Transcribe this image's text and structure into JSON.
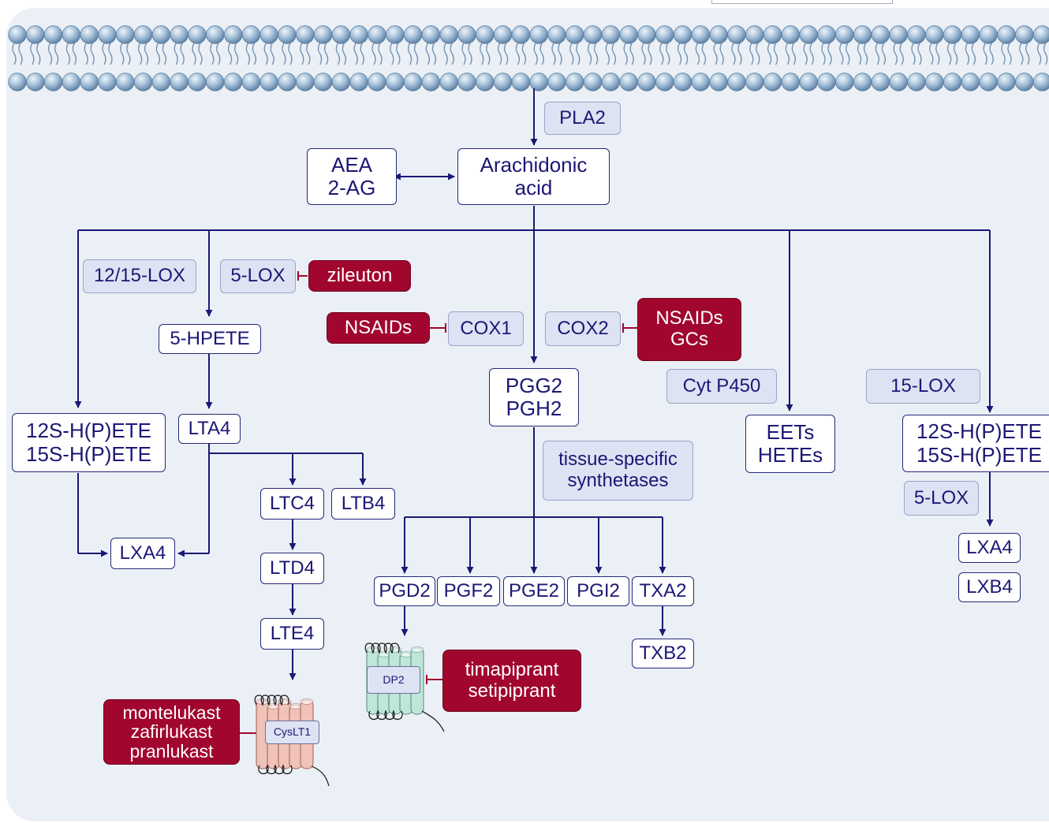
{
  "diagram": {
    "enzymes": {
      "pla2": "PLA2",
      "lox1215": "12/15-LOX",
      "lox5": "5-LOX",
      "cox1": "COX1",
      "cox2": "COX2",
      "cyp450": "Cyt P450",
      "lox15": "15-LOX",
      "synth_line1": "tissue-specific",
      "synth_line2": "synthetases",
      "lox5_right": "5-LOX"
    },
    "molecules": {
      "aea_line1": "AEA",
      "aea_line2": "2-AG",
      "aa_line1": "Arachidonic",
      "aa_line2": "acid",
      "hpete5": "5-HPETE",
      "pgg_line1": "PGG2",
      "pgg_line2": "PGH2",
      "hete_left_line1": "12S-H(P)ETE",
      "hete_left_line2": "15S-H(P)ETE",
      "lta4": "LTA4",
      "eets_line1": "EETs",
      "eets_line2": "HETEs",
      "hete_right_line1": "12S-H(P)ETE",
      "hete_right_line2": "15S-H(P)ETE",
      "ltc4": "LTC4",
      "ltb4": "LTB4",
      "lxa4_left": "LXA4",
      "ltd4": "LTD4",
      "lte4": "LTE4",
      "pgd2": "PGD2",
      "pgf2": "PGF2",
      "pge2": "PGE2",
      "pgi2": "PGI2",
      "txa2": "TXA2",
      "txb2": "TXB2",
      "lxa4_right": "LXA4",
      "lxb4_right": "LXB4"
    },
    "drugs": {
      "zileuton": "zileuton",
      "nsaids_cox1": "NSAIDs",
      "nsaids_cox2_line1": "NSAIDs",
      "nsaids_cox2_line2": "GCs",
      "dp2_line1": "timapiprant",
      "dp2_line2": "setipiprant",
      "cyslt1_line1": "montelukast",
      "cyslt1_line2": "zafirlukast",
      "cyslt1_line3": "pranlukast"
    },
    "receptors": {
      "dp2": "DP2",
      "cyslt1": "CysLT1"
    },
    "colors": {
      "navy": "#1c1775",
      "inhibitor": "#a1062e",
      "enzyme_fill": "#dde3f3",
      "membrane_bead": "#8fb0cc",
      "dp2_fill": "#bfe6d8",
      "cyslt1_fill": "#f1c2b8"
    }
  }
}
